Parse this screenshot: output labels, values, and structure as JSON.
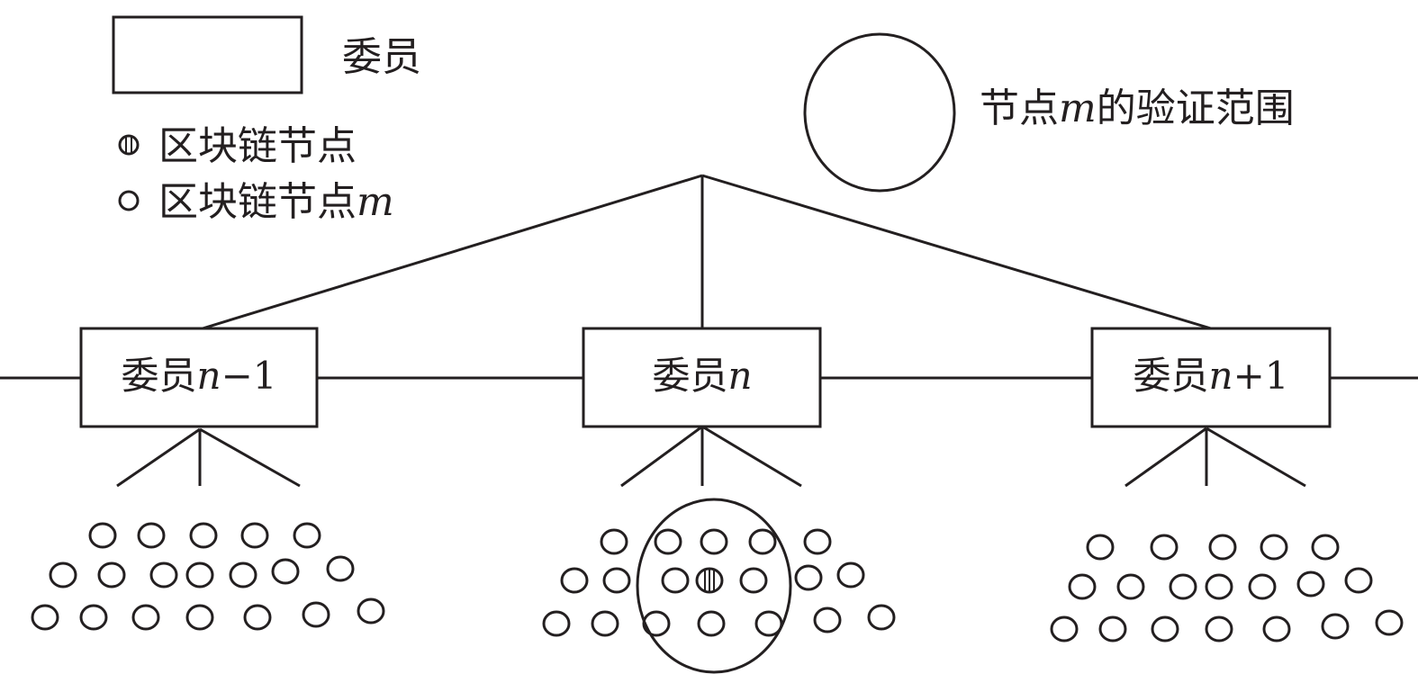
{
  "legend": {
    "committee_label": "委员",
    "striped_node_label": "区块链节点",
    "plain_node_label": "区块链节点",
    "plain_node_suffix": "m",
    "range_label_prefix": "节点",
    "range_label_var": "m",
    "range_label_suffix": "的验证范围"
  },
  "committees": [
    {
      "prefix": "委员",
      "var": "n",
      "suffix": "−1"
    },
    {
      "prefix": "委员",
      "var": "n",
      "suffix": ""
    },
    {
      "prefix": "委员",
      "var": "n",
      "suffix": "+1"
    }
  ],
  "colors": {
    "stroke": "#231f20",
    "background": "#ffffff"
  }
}
